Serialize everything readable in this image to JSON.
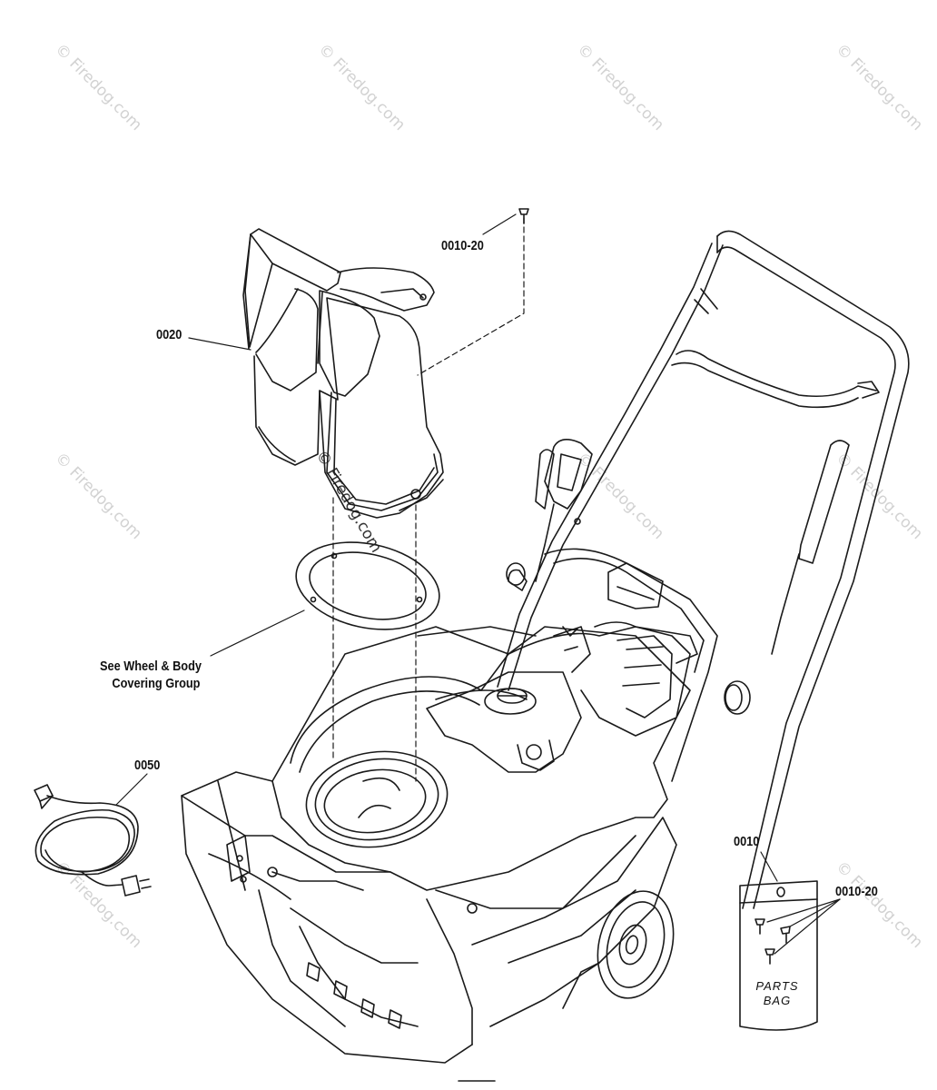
{
  "labels": {
    "screw_top": "0010-20",
    "chute": "0020",
    "see_wheel_line1": "See Wheel & Body",
    "see_wheel_line2": "Covering Group",
    "cord": "0050",
    "parts_bag": "0010",
    "screws_bag": "0010-20",
    "bag_text_line1": "PARTS",
    "bag_text_line2": "BAG"
  },
  "watermark": {
    "text": "© Firedog.com",
    "color": "#d2d2d2"
  },
  "colors": {
    "line": "#1a1a1a",
    "background": "#ffffff"
  }
}
